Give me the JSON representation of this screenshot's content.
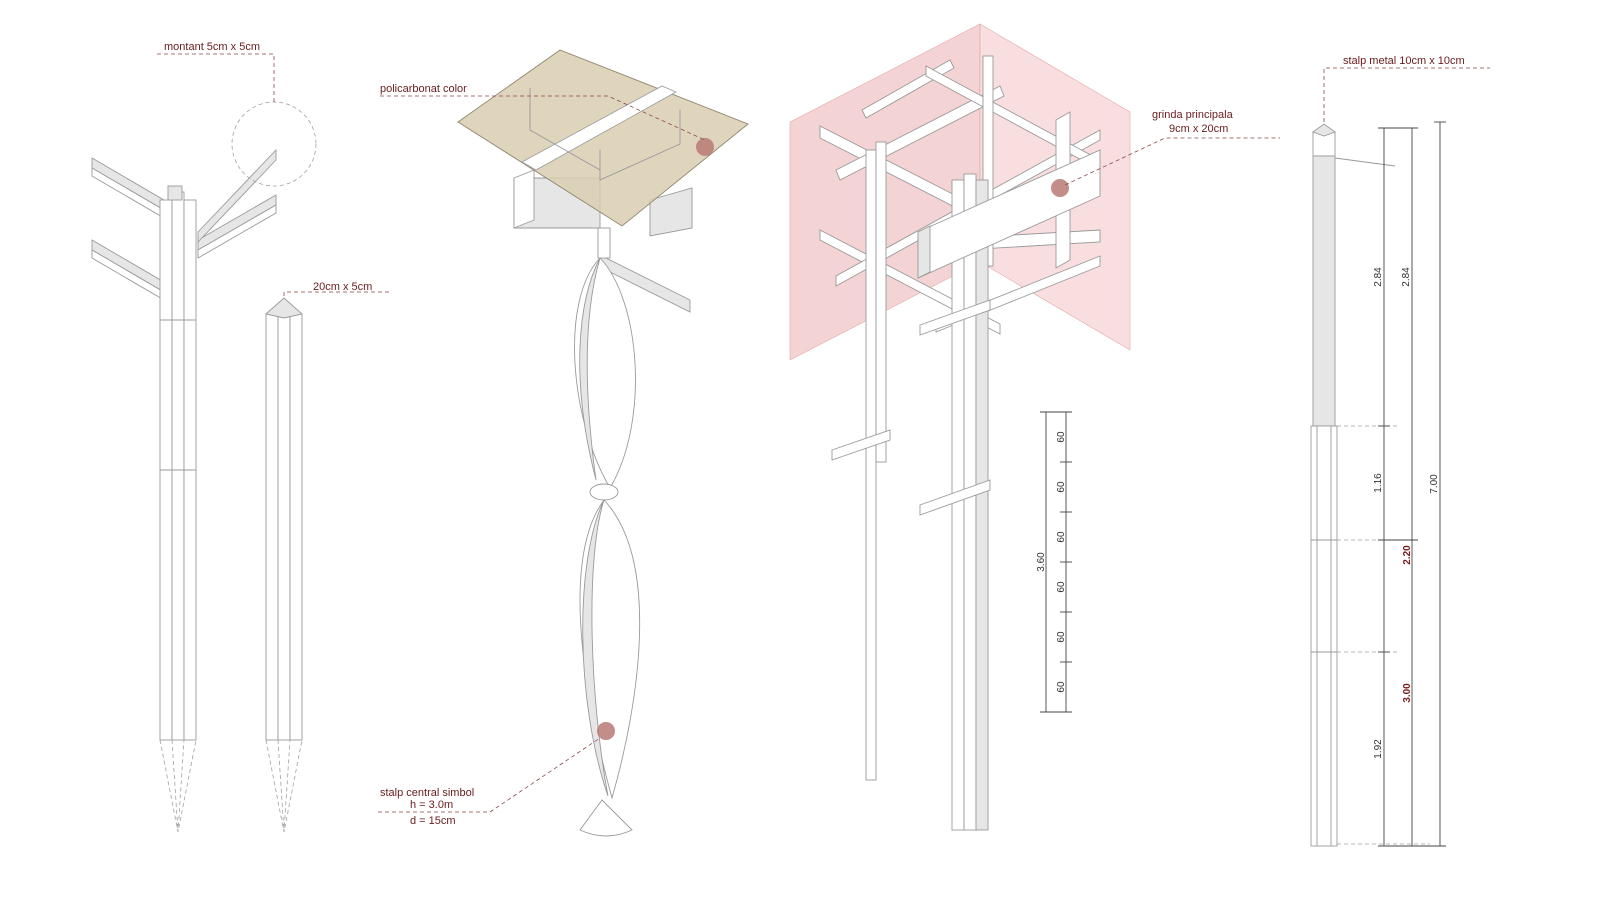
{
  "labels": {
    "montant": "montant 5cm x 5cm",
    "board": "20cm x 5cm",
    "policarbonat": "policarbonat color",
    "stalp_central_line1": "stalp central simbol",
    "stalp_central_line2": "h = 3.0m",
    "stalp_central_line3": "d = 15cm",
    "grinda_line1": "grinda principala",
    "grinda_line2": "9cm x 20cm",
    "stalp_metal": "stalp metal 10cm x 10cm"
  },
  "dimensions_frame": [
    "60",
    "60",
    "60",
    "60",
    "60",
    "60"
  ],
  "dimension_frame_total": "3.60",
  "dimensions_metal_inner": [
    "2.84",
    "1.16",
    "2.20",
    "1.92"
  ],
  "dimensions_metal_outer": [
    "2.84",
    "3.00",
    "7.00"
  ],
  "colors": {
    "annotation": "#6a1b1b",
    "polycarbonate": "#d9ceb1",
    "translucent_panel": "#f0c8c8",
    "marker": "#b97a74",
    "structure_shade": "#e6e6e6"
  }
}
